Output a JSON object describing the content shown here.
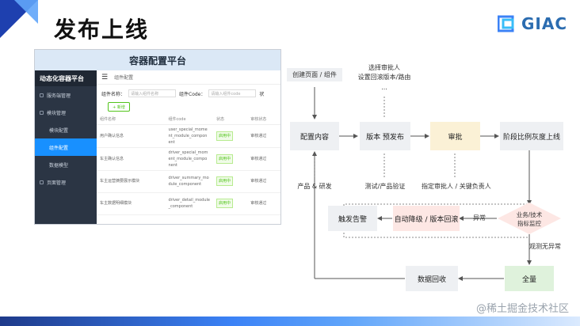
{
  "slide": {
    "title": "发布上线",
    "logo_text": "GIAC",
    "watermark": "@稀土掘金技术社区"
  },
  "app": {
    "window_title": "容器配置平台",
    "sidebar": {
      "header": "动态化容器平台",
      "items": [
        {
          "label": "服务端管理"
        },
        {
          "label": "模块管理"
        },
        {
          "label": "模块配置"
        },
        {
          "label": "组件配置"
        },
        {
          "label": "数据模型"
        },
        {
          "label": "页面管理"
        }
      ]
    },
    "breadcrumb": "组件配置",
    "filters": {
      "name_label": "组件名称：",
      "name_placeholder": "请输入组件名称",
      "code_label": "组件Code：",
      "code_placeholder": "请输入组件code",
      "extra": "状"
    },
    "add_button": "+ 新增",
    "table": {
      "headers": [
        "组件名称",
        "组件code",
        "状态",
        "审核状态"
      ],
      "rows": [
        {
          "name": "用户确认信息",
          "code": "user_special_mome nt_module_compon ent",
          "status": "启用中",
          "review": "审核通过"
        },
        {
          "name": "车主确认信息",
          "code": "driver_special_mom ent_module_compo nent",
          "status": "启用中",
          "review": "审核通过"
        },
        {
          "name": "车主运营摘要展示模块",
          "code": "driver_summary_mo dule_component",
          "status": "启用中",
          "review": "审核通过"
        },
        {
          "name": "车主数据明细模块",
          "code": "driver_detail_module _component",
          "status": "启用中",
          "review": "审核通过"
        }
      ]
    }
  },
  "flow": {
    "start": "创建页面 / 组件",
    "steps": [
      "配置内容",
      "版本 预发布",
      "审批",
      "阶段比例灰度上线"
    ],
    "notes_top": "选择审批人\n设置回滚版本/路由",
    "ellipsis": "...",
    "under_steps": [
      "产品 & 研发",
      "测试/产品验证",
      "指定审批人 / 关键负责人"
    ],
    "monitor": "业务/技术\n指标监控",
    "exception": "异常",
    "no_exception": "观测无异常",
    "rollback": "自动降级 / 版本回滚",
    "alert": "触发告警",
    "full": "全量",
    "data_recycle": "数据回收"
  }
}
